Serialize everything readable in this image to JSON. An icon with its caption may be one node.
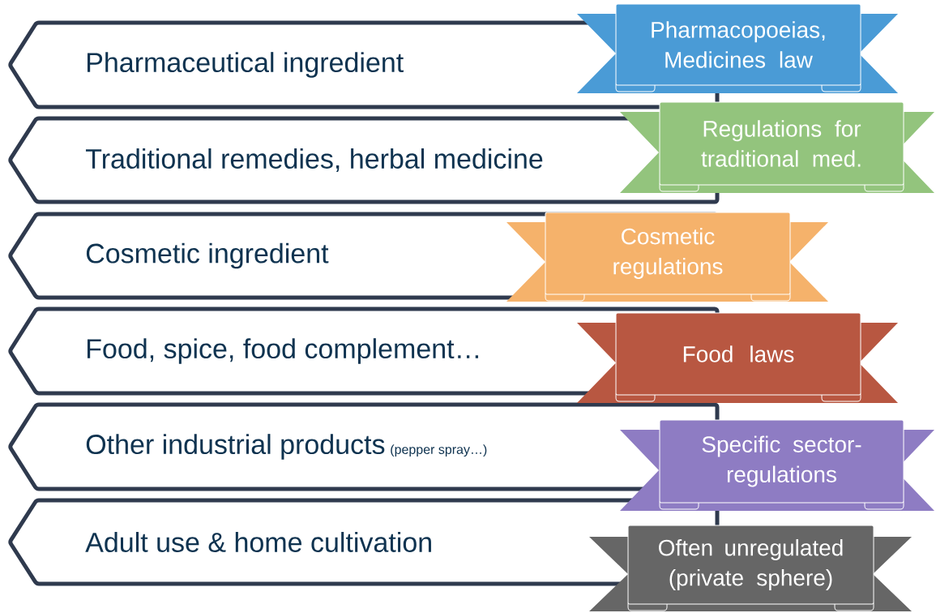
{
  "diagram": {
    "nodes": [
      {
        "text": [
          "Pharmaceutical ingredient"
        ]
      },
      {
        "text": [
          "Traditional remedies, herbal medicine"
        ]
      },
      {
        "text": [
          "Cosmetic ingredient"
        ]
      },
      {
        "text": [
          "Food, spice, food complement…"
        ]
      },
      {
        "text": [
          "Other industrial products",
          "(pepper spray…)"
        ]
      },
      {
        "text": [
          "Adult use & home cultivation"
        ]
      },
      {
        "text": [
          "Pharmacopoeias, Medicines law"
        ]
      },
      {
        "text": [
          "Regulations for traditional med."
        ]
      },
      {
        "text": [
          "Cosmetic regulations"
        ]
      },
      {
        "text": [
          "Food laws"
        ]
      },
      {
        "text": [
          "Specific sector-regulations"
        ]
      },
      {
        "text": [
          "Often unregulated (private sphere)"
        ]
      }
    ]
  }
}
